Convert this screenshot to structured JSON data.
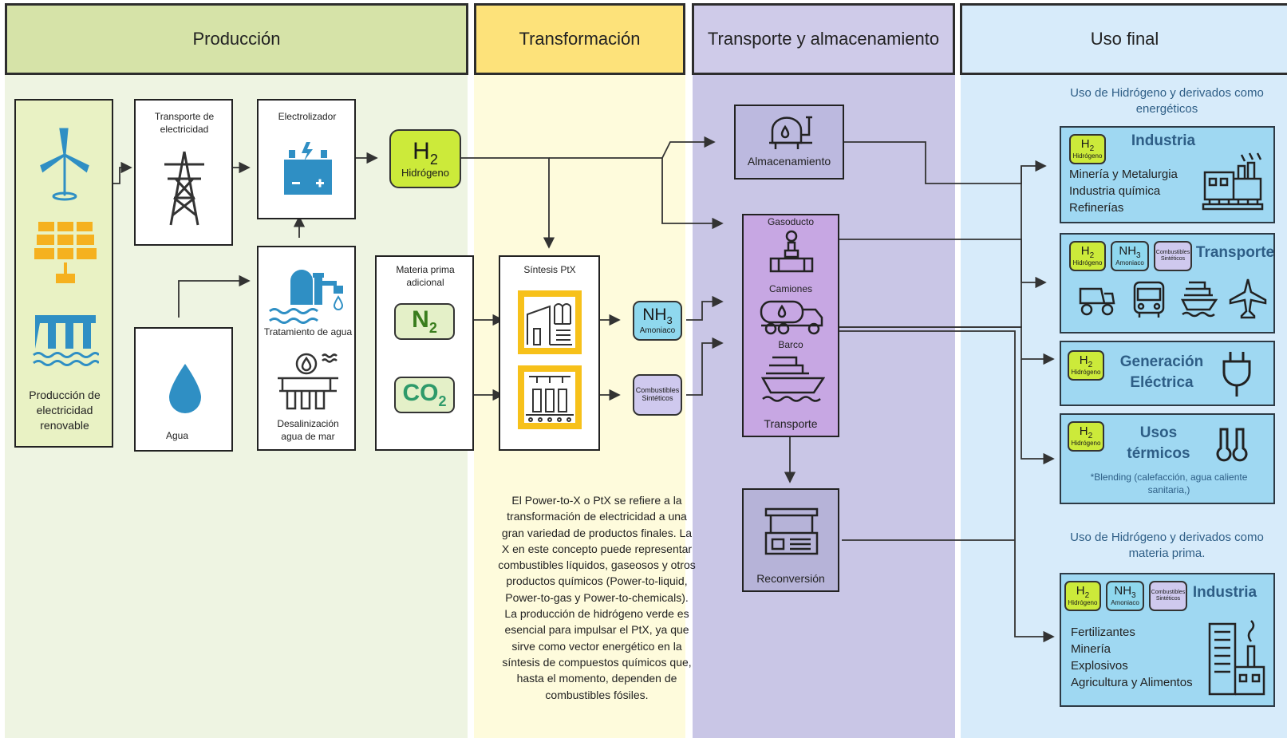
{
  "columns": {
    "produccion": "Producción",
    "transformacion": "Transformación",
    "transporte": "Transporte y almacenamiento",
    "uso_final": "Uso final"
  },
  "produccion": {
    "renovable_label": "Producción de electricidad renovable",
    "transporte_elec_label": "Transporte de electricidad",
    "electrolizador_label": "Electrolizador",
    "agua_label": "Agua",
    "tratamiento_label": "Tratamiento de agua",
    "desalinizacion_label": "Desalinización agua de mar",
    "h2_symbol": "H",
    "h2_sub": "2",
    "h2_name": "Hidrógeno"
  },
  "transformacion": {
    "materia_label": "Materia prima adicional",
    "n2_symbol": "N",
    "n2_sub": "2",
    "co2_symbol": "CO",
    "co2_sub": "2",
    "sintesis_label": "Síntesis PtX",
    "nh3_symbol": "NH",
    "nh3_sub": "3",
    "nh3_name": "Amoniaco",
    "combustibles_label": "Combustibles Sintéticos",
    "description": "El Power-to-X o PtX se refiere a la transformación de electricidad a una gran variedad de productos finales. La X en este concepto puede representar combustibles líquidos, gaseosos y otros productos químicos (Power-to-liquid, Power-to-gas y Power-to-chemicals). La producción de hidrógeno verde es esencial para impulsar el PtX, ya que sirve como vector energético en la síntesis de compuestos químicos que, hasta el momento, dependen de combustibles fósiles."
  },
  "transporte": {
    "almacenamiento_label": "Almacenamiento",
    "gasoducto_label": "Gasoducto",
    "camiones_label": "Camiones",
    "barco_label": "Barco",
    "transporte_label": "Transporte",
    "reconversion_label": "Reconversión"
  },
  "uso_final": {
    "energetico_heading": "Uso de Hidrógeno y derivados como energéticos",
    "materia_heading": "Uso de Hidrógeno y derivados como materia prima.",
    "badge_h2_symbol": "H",
    "badge_h2_sub": "2",
    "badge_h2_name": "Hidrógeno",
    "badge_nh3_symbol": "NH",
    "badge_nh3_sub": "3",
    "badge_nh3_name": "Amoniaco",
    "badge_cs_name": "Combustibles Sintéticos",
    "industria_title": "Industria",
    "industria_items": [
      "Minería y Metalurgia",
      "Industria química",
      "Refinerías"
    ],
    "transporte_title": "Transporte",
    "generacion_title": "Generación Eléctrica",
    "usos_title": "Usos térmicos",
    "usos_note": "*Blending (calefacción, agua caliente sanitaria,)",
    "industria2_title": "Industria",
    "industria2_items": [
      "Fertilizantes",
      "Minería",
      "Explosivos",
      "Agricultura y Alimentos"
    ]
  },
  "colors": {
    "produccion_bg": "#eef4e2",
    "produccion_head": "#d6e3a8",
    "transformacion_bg": "#fefbdc",
    "transformacion_head": "#fde27a",
    "transporte_bg": "#c9c6e6",
    "transporte_head": "#cfcbe9",
    "uso_bg": "#d7ebfa",
    "uso_head": "#d7ebfa",
    "icon_blue": "#2f8fc4",
    "icon_orange": "#f5b11f",
    "h2_green": "#ccea3a",
    "gold": "#f7c11a"
  }
}
